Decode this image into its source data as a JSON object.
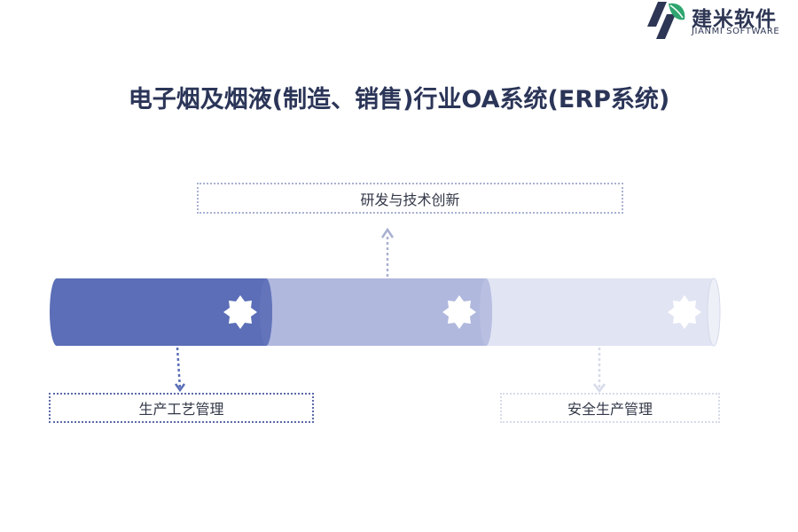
{
  "brand": {
    "name_cn": "建米软件",
    "name_en": "JIANMI SOFTWARE",
    "colors": {
      "dark": "#2d3654",
      "accent": "#2fa56f"
    }
  },
  "title": "电子烟及烟液(制造、销售)行业OA系统(ERP系统)",
  "stages": [
    {
      "label": "生产工艺管理",
      "color": "#5b6eb7",
      "position": "below"
    },
    {
      "label": "研发与技术创新",
      "color": "#b0b8de",
      "position": "above"
    },
    {
      "label": "安全生产管理",
      "color": "#e1e4f3",
      "position": "below"
    }
  ],
  "icons": [
    "gear-icon",
    "gear-icon",
    "gear-icon"
  ]
}
